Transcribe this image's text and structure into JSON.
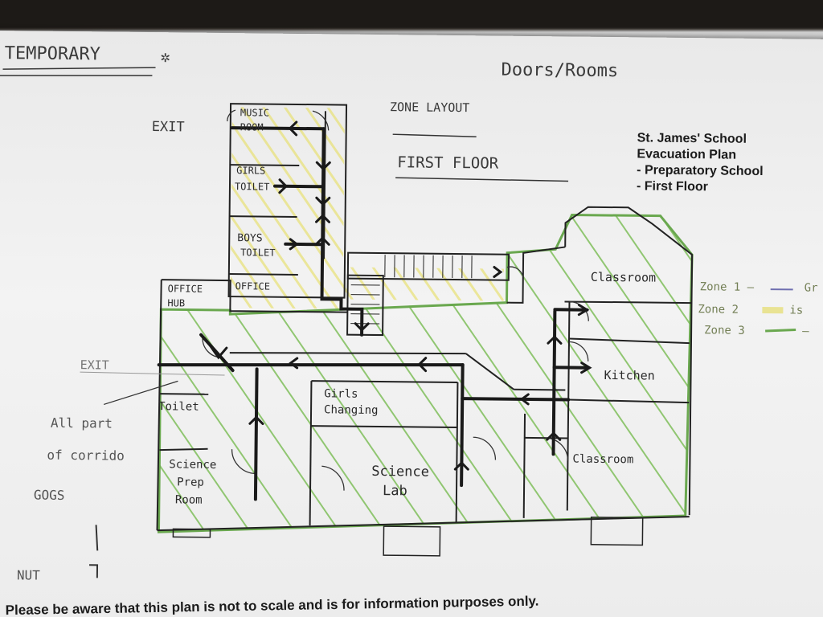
{
  "header": {
    "temporary": "TEMPORARY",
    "star": "✲",
    "doors_rooms": "Doors/Rooms",
    "zone_layout": "ZONE LAYOUT",
    "first_floor": "FIRST FLOOR"
  },
  "title_block": {
    "line1": "St. James' School",
    "line2": "Evacuation Plan",
    "line3": "- Preparatory School",
    "line4": "- First Floor"
  },
  "legend": {
    "zone1": "Zone 1 —",
    "zone1_tail": "Gr",
    "zone2": "Zone 2",
    "zone2_tail": "is",
    "zone3": "Zone 3",
    "zone3_tail": "—",
    "colors": {
      "zone1": "#6f6fb0",
      "zone2": "#e6df7a",
      "zone3": "#6aa84f"
    }
  },
  "rooms": {
    "music_room_1": "MUSIC",
    "music_room_2": "ROOM",
    "girls_toilet_1": "GIRLS",
    "girls_toilet_2": "TOILET",
    "boys_toilet_1": "BOYS",
    "boys_toilet_2": "TOILET",
    "office": "OFFICE",
    "office_hub_1": "OFFICE",
    "office_hub_2": "HUB",
    "classroom_top": "Classroom",
    "kitchen": "Kitchen",
    "girls_changing_1": "Girls",
    "girls_changing_2": "Changing",
    "toilet": "Toilet",
    "science_prep_1": "Science",
    "science_prep_2": "Prep",
    "science_prep_3": "Room",
    "science_lab_1": "Science",
    "science_lab_2": "Lab",
    "classroom_bottom": "Classroom"
  },
  "exits": {
    "exit_top": "EXIT",
    "exit_left": "EXIT"
  },
  "notes": {
    "all_part_1": "All part",
    "all_part_2": "of corrido",
    "gogs": "GOGS",
    "nut": "NUT"
  },
  "footer": {
    "disclaimer": "Please be aware that this plan is not to scale and is for information purposes only."
  }
}
